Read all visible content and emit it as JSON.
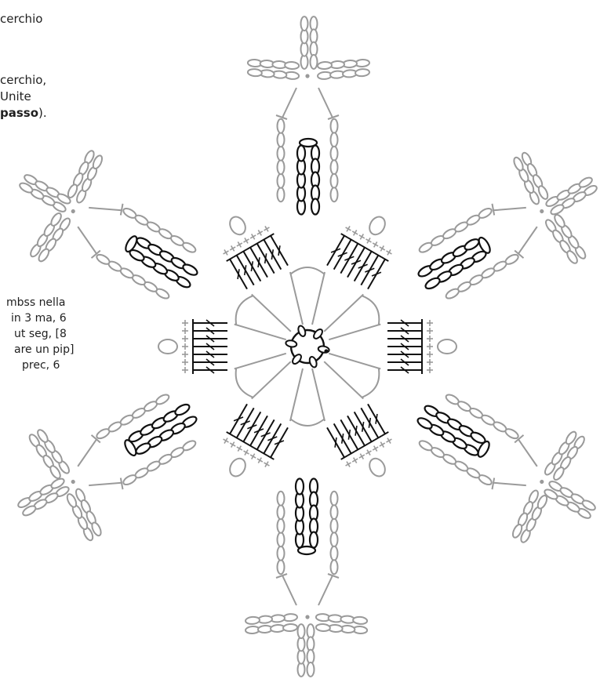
{
  "text_fragments": {
    "top_lines": [
      "cerchio"
    ],
    "mid_lines": [
      "cerchio,",
      "Unite"
    ],
    "mid_last_plain": [
      "",
      "",
      ")."
    ],
    "mid_last_bold": "passo",
    "mid_last_prefix": "",
    "left_lines": [
      "mbss nella",
      "in 3 ma, 6",
      "ut seg, [8",
      "are un pip]",
      "prec, 6"
    ]
  },
  "colors": {
    "ink": "#111111",
    "gray": "#9a9a9a",
    "text": "#1f1f1f"
  },
  "legend_symbols": [
    "chain-oval",
    "slip-stitch-dot",
    "single-crochet-plus",
    "double-crochet-T"
  ]
}
